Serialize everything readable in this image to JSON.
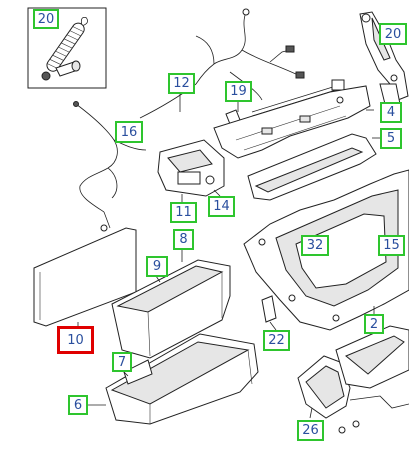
{
  "callouts": {
    "c20a": "20",
    "c20b": "20",
    "c12": "12",
    "c19": "19",
    "c16": "16",
    "c4": "4",
    "c5": "5",
    "c11": "11",
    "c14": "14",
    "c8": "8",
    "c9": "9",
    "c32": "32",
    "c15": "15",
    "c10": "10",
    "c7": "7",
    "c22": "22",
    "c2": "2",
    "c6": "6",
    "c26": "26"
  },
  "colors": {
    "callout_border": "#2ec52e",
    "callout_text": "#2a4f9e",
    "selected_border": "#e00000"
  },
  "selected_callout": "10"
}
